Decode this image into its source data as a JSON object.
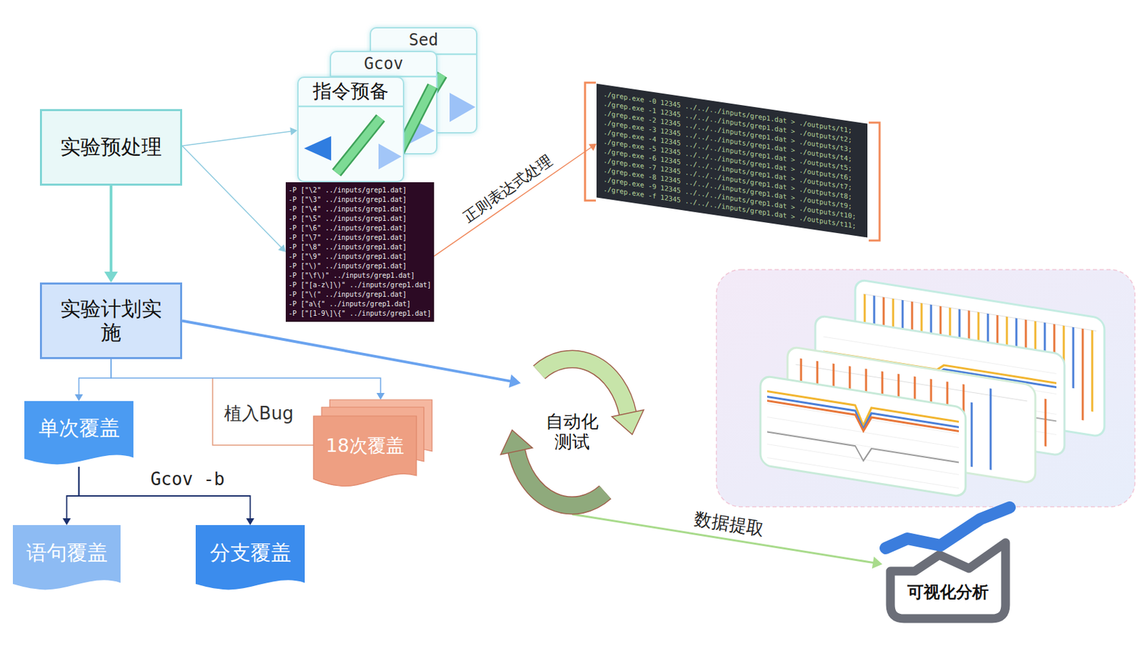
{
  "diagram": {
    "nodes": [
      {
        "text": [
          "实验预处理"
        ]
      },
      {
        "text": [
          "Sed"
        ]
      },
      {
        "text": [
          "Gcov"
        ]
      },
      {
        "text": [
          "指令预备"
        ]
      },
      {
        "text": [
          "-P [\"\\2\" ../inputs/grep1.dat]",
          "-P [\"\\3\" ../inputs/grep1.dat]",
          "-P [\"\\4\" ../inputs/grep1.dat]",
          "-P [\"\\5\" ../inputs/grep1.dat]",
          "-P [\"\\6\" ../inputs/grep1.dat]",
          "-P [\"\\7\" ../inputs/grep1.dat]",
          "-P [\"\\8\" ../inputs/grep1.dat]",
          "-P [\"\\9\" ../inputs/grep1.dat]",
          "-P [\"\\)\" ../inputs/grep1.dat]",
          "-P [\"\\f\\)\" ../inputs/grep1.dat]",
          "-P [\"[a-z\\]\\)\" ../inputs/grep1.dat]",
          "-P [\"\\(\" ../inputs/grep1.dat]",
          "-P [\"a\\{\" ../inputs/grep1.dat]",
          "-P [\"[1-9\\]\\{\" ../inputs/grep1.dat]"
        ]
      },
      {
        "text": [
          "./grep.exe -0 12345 ../../../inputs/grep1.dat > ./outputs/t1;",
          "./grep.exe -1 12345 ../../../inputs/grep1.dat > ./outputs/t2;",
          "./grep.exe -2 12345 ../../../inputs/grep1.dat > ./outputs/t3;",
          "./grep.exe -3 12345 ../../../inputs/grep1.dat > ./outputs/t4;",
          "./grep.exe -4 12345 ../../../inputs/grep1.dat > ./outputs/t5;",
          "./grep.exe -5 12345 ../../../inputs/grep1.dat > ./outputs/t6;",
          "./grep.exe -6 12345 ../../../inputs/grep1.dat > ./outputs/t7;",
          "./grep.exe -7 12345 ../../../inputs/grep1.dat > ./outputs/t8;",
          "./grep.exe -8 12345 ../../../inputs/grep1.dat > ./outputs/t9;",
          "./grep.exe -9 12345 ../../../inputs/grep1.dat > ./outputs/t10;",
          "./grep.exe -f 12345 ../../../inputs/grep1.dat > ./outputs/t11;"
        ]
      },
      {
        "text": [
          "实验计划实施"
        ]
      },
      {
        "text": [
          "单次覆盖"
        ]
      },
      {
        "text": [
          "18次覆盖"
        ]
      },
      {
        "text": [
          "语句覆盖"
        ]
      },
      {
        "text": [
          "分支覆盖"
        ]
      },
      {
        "text": [
          "自动化 测试"
        ]
      },
      {
        "text": [
          "可视化分析"
        ]
      }
    ],
    "edges": [
      {
        "from": 0,
        "to": 3,
        "arrow": "to"
      },
      {
        "from": 0,
        "to": 4,
        "arrow": "to"
      },
      {
        "from": 4,
        "to": 5,
        "label": "正则表达式处理",
        "arrow": "to"
      },
      {
        "from": 0,
        "to": 6,
        "arrow": "to"
      },
      {
        "from": 6,
        "to": 7,
        "arrow": "to"
      },
      {
        "from": 6,
        "to": 8,
        "arrow": "to"
      },
      {
        "from": 7,
        "to": 9,
        "arrow": "to"
      },
      {
        "from": 7,
        "to": 10,
        "arrow": "to"
      },
      {
        "from": 6,
        "to": 11,
        "arrow": "to"
      },
      {
        "from": 11,
        "to": 12,
        "label": "数据提取",
        "arrow": "to"
      }
    ],
    "labels": [
      "植入Bug",
      "Gcov -b"
    ]
  }
}
